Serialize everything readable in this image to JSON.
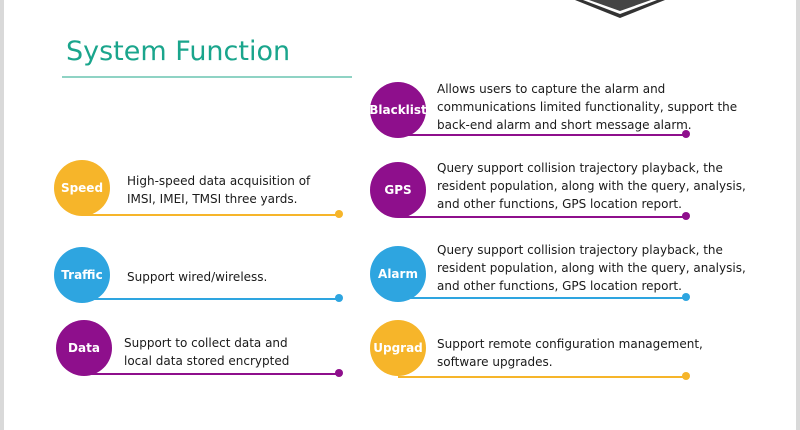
{
  "title": "System Function",
  "colors": {
    "title": "#1aa58c",
    "purple": "#8e0f8c",
    "yellow": "#f6b52a",
    "blue": "#2ea5e0"
  },
  "items": [
    {
      "label": "Speed",
      "text": "High-speed data acquisition of IMSI, IMEI, TMSI three yards.",
      "color": "yellow"
    },
    {
      "label": "Traffic",
      "text": "Support wired/wireless.",
      "color": "blue"
    },
    {
      "label": "Data",
      "text": "Support to collect data and local data stored encrypted",
      "color": "purple"
    },
    {
      "label": "Blacklist",
      "text": "Allows users to capture the alarm and communications limited functionality, support the back-end alarm and short message alarm.",
      "color": "purple"
    },
    {
      "label": "GPS",
      "text": "Query support collision trajectory playback, the resident population, along with the query, analysis, and other functions, GPS location report.",
      "color": "purple"
    },
    {
      "label": "Alarm",
      "text": "Query support collision trajectory playback, the resident population, along with the query, analysis, and other functions, GPS location report.",
      "color": "blue"
    },
    {
      "label": "Upgrad",
      "text": "Support remote configuration management, software upgrades.",
      "color": "yellow"
    }
  ]
}
